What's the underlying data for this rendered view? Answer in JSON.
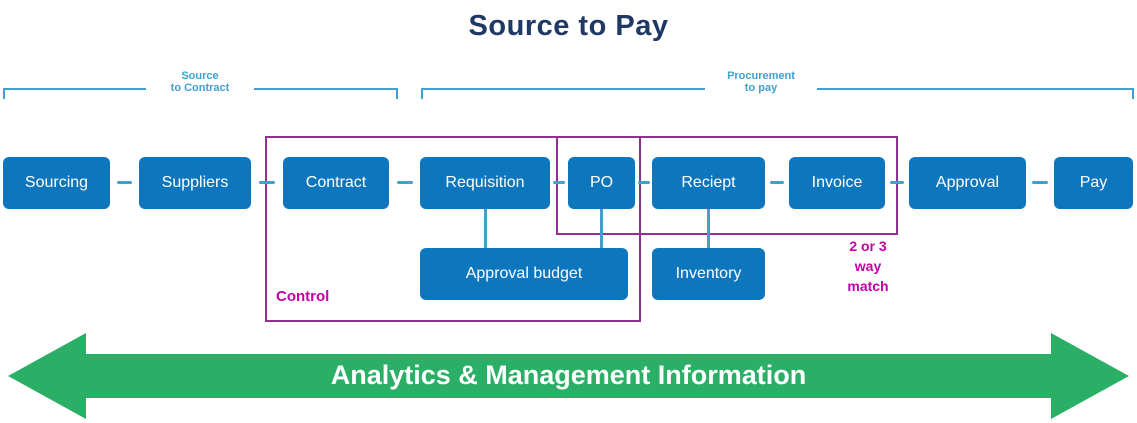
{
  "title": "Source to Pay",
  "brackets": {
    "left": {
      "line1": "Source",
      "line2": "to Contract"
    },
    "right": {
      "line1": "Procurement",
      "line2": "to pay"
    }
  },
  "process_boxes": [
    "Sourcing",
    "Suppliers",
    "Contract",
    "Requisition",
    "PO",
    "Reciept",
    "Invoice",
    "Approval",
    "Pay"
  ],
  "sub_boxes": [
    "Approval budget",
    "Inventory"
  ],
  "groups": {
    "control": "Control",
    "match": {
      "line1": "2 or 3",
      "line2": "way",
      "line3": "match"
    }
  },
  "footer": "Analytics & Management Information",
  "colors": {
    "box_blue": "#0E76BC",
    "title_navy": "#1F3864",
    "accent_light_blue": "#41A0D0",
    "group_purple": "#8E3191",
    "label_magenta": "#C400A6",
    "arrow_green": "#2BAF66"
  }
}
